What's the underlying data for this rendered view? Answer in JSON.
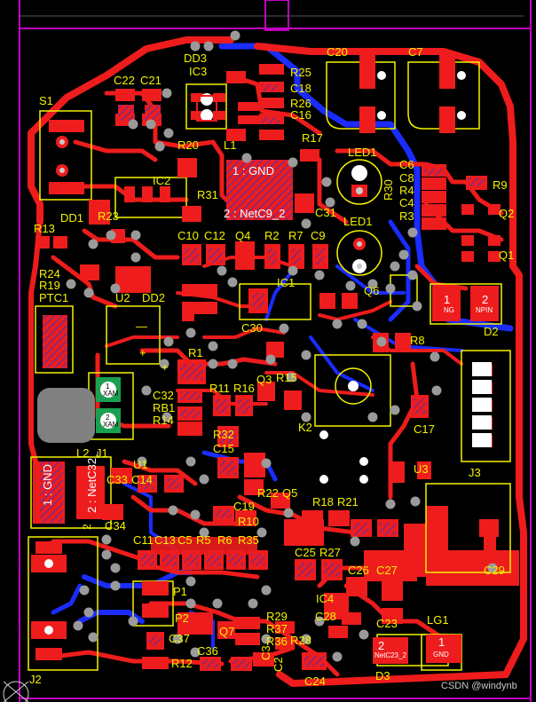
{
  "colors": {
    "background": "#000000",
    "top_copper": "#ee1c1c",
    "bottom_copper": "#1a2cff",
    "silkscreen": "#f2f200",
    "board_outline": "#c000c0",
    "via_ring": "#9a9a9a",
    "hatch": "#7a2a8a"
  },
  "labels": {
    "S1": "S1",
    "DD1": "DD1",
    "R13": "R13",
    "R24": "R24",
    "R19": "R19",
    "PTC1": "PTC1",
    "U2": "U2",
    "DD2": "DD2",
    "C22": "C22",
    "C21": "C21",
    "DD3": "DD3",
    "IC3": "IC3",
    "R25": "R25",
    "C18": "C18",
    "R26": "R26",
    "C16": "C16",
    "R17": "R17",
    "C20": "C20",
    "C7": "C7",
    "R20": "R20",
    "L1": "L1",
    "IC2": "IC2",
    "R31": "R31",
    "R23": "R23",
    "C10": "C10",
    "C12": "C12",
    "Q4": "Q4",
    "R2": "R2",
    "R7": "R7",
    "C9": "C9",
    "C31": "C31",
    "LED1a": "LED1",
    "LED1b": "LED1",
    "R30": "R30",
    "C6": "C6",
    "C8": "C8",
    "R4": "R4",
    "C4": "C4",
    "R3": "R3",
    "R9": "R9",
    "Q2": "Q2",
    "Q1": "Q1",
    "IC1": "IC1",
    "Q6": "Q6",
    "C30": "C30",
    "D2": "D2",
    "R1": "R1",
    "R8": "R8",
    "C32": "C32",
    "RB1": "RB1",
    "R14": "R14",
    "R11": "R11",
    "R16": "R16",
    "Q3": "Q3",
    "R15": "R15",
    "K2": "K2",
    "C17": "C17",
    "J3": "J3",
    "R32": "R32",
    "C15": "C15",
    "L2": "L2",
    "J1": "J1",
    "U1": "U1",
    "C33": "C33",
    "C14": "C14",
    "R22": "R22",
    "Q5": "Q5",
    "U3": "U3",
    "C34": "C34",
    "C19": "C19",
    "R10": "R10",
    "R18": "R18",
    "R21": "R21",
    "C11": "C11",
    "C13": "C13",
    "C5": "C5",
    "R5": "R5",
    "R6": "R6",
    "R35": "R35",
    "C25": "C25",
    "R27": "R27",
    "C26": "C26",
    "C27": "C27",
    "C29": "C29",
    "P1": "P1",
    "IC4": "IC4",
    "P2": "P2",
    "R29": "R29",
    "C28": "C28",
    "C23": "C23",
    "LG1": "LG1",
    "J2": "J2",
    "C37": "C37",
    "Q7": "Q7",
    "R37": "R37",
    "R36": "R36",
    "R28": "R28",
    "R12": "R12",
    "C36": "C36",
    "C3": "C3",
    "C2": "C2",
    "C24": "C24",
    "D3": "D3"
  },
  "pad_labels": {
    "gnd_top": "1 : GND",
    "netc9": "2 : NetC9_2",
    "gnd_left": "1 : GND",
    "netc32": "2 : NetC32_",
    "d2_pad1": "1",
    "d2_pad1_sub": "NG",
    "d2_pad2": "2",
    "d2_pad2_sub": "NPIN",
    "tvs_top": "1",
    "tvs_top_sub": "XAM",
    "tvs_bot": "2",
    "tvs_bot_sub": "XAM",
    "d3_pad2": "2",
    "d3_pad2_sub": "NetC23_2",
    "lg1_pad1": "1",
    "lg1_pad1_sub": "GND",
    "j1_pin2": "2"
  },
  "watermark": "CSDN @windynb"
}
